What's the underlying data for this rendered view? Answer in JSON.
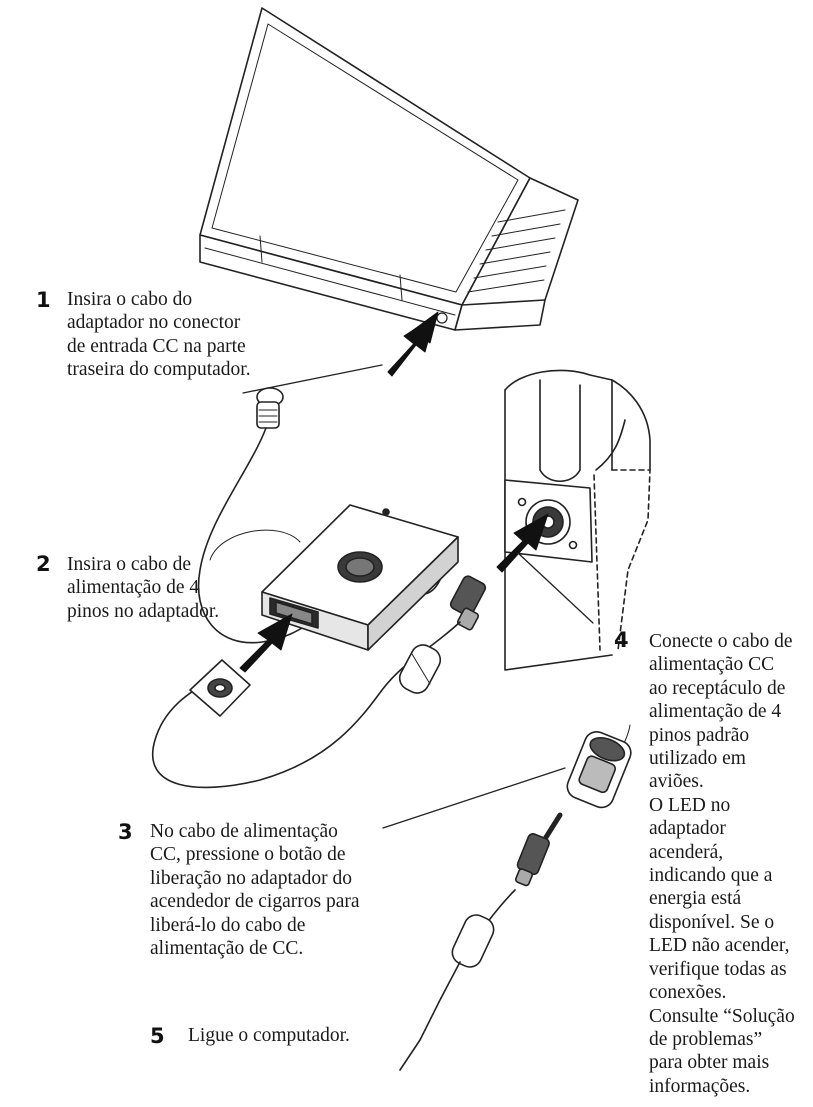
{
  "steps": [
    {
      "number": "1",
      "lines": [
        "Insira o cabo do",
        "adaptador no conector",
        "de entrada CC na parte",
        "traseira do computador."
      ]
    },
    {
      "number": "2",
      "lines": [
        "Insira o cabo de",
        "alimentação de 4",
        "pinos no adaptador."
      ]
    },
    {
      "number": "3",
      "lines": [
        "No cabo de alimentação",
        "CC, pressione o botão de",
        "liberação no adaptador do",
        "acendedor de cigarros para",
        "liberá-lo do cabo de",
        "alimentação de CC."
      ]
    },
    {
      "number": "4",
      "lines": [
        "Conecte o cabo de",
        "alimentação CC",
        "ao receptáculo de",
        "alimentação de 4",
        "pinos padrão",
        "utilizado em",
        "aviões.",
        "O LED no",
        "adaptador",
        "acenderá,",
        "indicando que a",
        "energia está",
        "disponível. Se o",
        "LED não acender,",
        "verifique todas as",
        "conexões.",
        "Consulte “Solução",
        "de problemas”",
        "para obter mais",
        "informações."
      ]
    },
    {
      "number": "5",
      "lines": [
        "Ligue o computador."
      ]
    }
  ]
}
